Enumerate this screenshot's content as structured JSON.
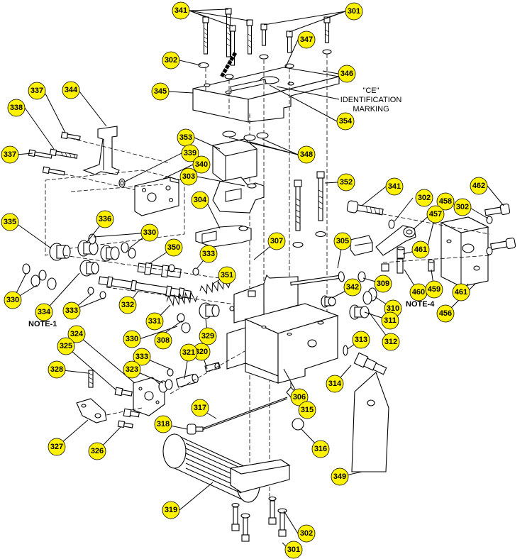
{
  "annotation": [
    "\"CE\"",
    "IDENTIFICATION",
    "MARKING"
  ],
  "notes": [
    "NOTE-1",
    "NOTE-4"
  ],
  "balloon_color": "#fff200",
  "balloons": [
    "341",
    "301",
    "302",
    "347",
    "346",
    "345",
    "354",
    "337",
    "344",
    "338",
    "353",
    "339",
    "337",
    "340",
    "303",
    "348",
    "304",
    "352",
    "341",
    "302",
    "458",
    "462",
    "302",
    "335",
    "336",
    "330",
    "350",
    "307",
    "333",
    "305",
    "457",
    "461",
    "351",
    "342",
    "309",
    "330",
    "334",
    "333",
    "332",
    "331",
    "310",
    "311",
    "460",
    "459",
    "461",
    "456",
    "324",
    "330",
    "308",
    "329",
    "320",
    "313",
    "325",
    "333",
    "321",
    "312",
    "328",
    "323",
    "314",
    "306",
    "317",
    "315",
    "318",
    "327",
    "326",
    "316",
    "349",
    "319",
    "302",
    "301"
  ]
}
